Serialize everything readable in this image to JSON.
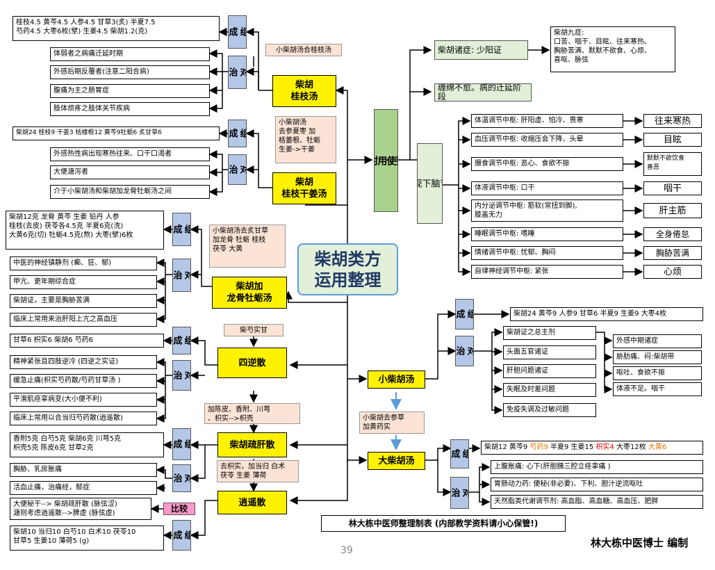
{
  "title": "柴胡类方\n运用整理",
  "page_number": "39",
  "author_credit": "林大栋中医博士 编制",
  "footer_note": "林大栋中医师整理制表 (内部教学资料请小心保管!)",
  "labels": {
    "zu_cheng": "组\n成",
    "dui_zhi": "对\n治",
    "bi_jiao": "比较"
  },
  "chaihu_guizhi": {
    "name": "柴胡\n桂枝汤",
    "relation": "小柴胡汤合桂枝汤",
    "composition": "桂枝4.5 黄芩4.5 人参4.5 甘草3(炙) 半夏7.5\n芍药4.5 大枣6枚(擘) 生姜4.5 柴胡1.2(克)",
    "treats": [
      "体弱者之病痛迁延时期",
      "外感后期反覆者(注意二阳合病)",
      "腹痛为主之肠胃症",
      "肢体烦疼之肢体关节疾病"
    ]
  },
  "chaihu_guizhi_ganjiang": {
    "name": "柴胡\n桂枝干姜汤",
    "relation": "小柴胡汤\n去参夏枣 加\n栝蒌根、牡蛎\n生姜->干姜",
    "composition": "柴胡24 桂枝9 干姜3 栝楼根12 黄芩9牡蛎6 炙甘草6",
    "treats": [
      "外感热性病出现寒热往来、口干口渴者",
      "大便溏泻者",
      "介于小柴胡汤和柴胡加龙骨牡蛎汤之间"
    ]
  },
  "longgu_muli": {
    "name": "柴胡加\n龙骨牡蛎汤",
    "relation": "小柴胡汤去炙甘草\n加龙骨 牡蛎 桂枝\n茯苓 大黄",
    "composition": "柴胡12克  龙骨  黄芩  生姜  铅丹  人参\n桂枝(去皮) 茯苓各4.5克  半夏6克(洗)\n大黄6克(切) 牡蛎4.5克(熬) 大枣(擘)6枚",
    "treats": [
      "中医的神经镇静剂 (癫、狂、郁)",
      "甲亢、更年期综合症",
      "柴胡证，主要是胸胁苦满",
      "临床上常用来治肝阳上亢之高血压"
    ]
  },
  "sini": {
    "name": "四逆散",
    "relation": "柴芍实甘",
    "composition": "甘草6 枳实6 柴胡6 芍药6",
    "treats": [
      "精神紧张且四肢逆冷 (四逆之实证)",
      "缓急止痛(枳实芍药散/芍药甘草汤 )",
      "平滑肌痉挛病变(大小便不利)",
      "临床上常用以合当归芍药散(逍遥散)"
    ]
  },
  "shugan": {
    "name": "柴胡疏肝散",
    "relation": "加陈皮、香附、川芎\n、枳实-->枳壳",
    "composition": "香附5克  白芍5克  柴胡6克  川芎5克\n枳壳5克  陈皮6克  甘草2克",
    "treats": [
      "胸胁、乳房胀痛",
      "活血止痛，治痛经，郁症"
    ]
  },
  "xiaoyao": {
    "name": "逍遥散",
    "relation": "去枳实，加当归 白术\n茯苓 生姜 薄荷",
    "composition": "柴胡10 当归10 白芍10 白术10 茯苓10\n甘草5 生姜10 薄荷5 (g)",
    "compare": "大便秘干--> 柴胡疏肝散 (脉弦涩)\n溏则考虑逍遥散-->脾虚 (脉弦虚)"
  },
  "main_use": {
    "label": "主\n要\n使\n用\n时\n机",
    "shaoyang": "柴胡诸症: 少阳证",
    "nine_symptoms": "柴胡九症:\n口苦、咽干、目眩、往来寒热、\n胸胁苦满、默默不欲食、心烦、\n喜呕、脉弦",
    "lingering": "缠绵不愈。病的迁延阶段",
    "hypothalamus": "调\n节\n脑\n下\n视\n丘",
    "centers": [
      {
        "text": "体温调节中枢: 肝阳虚、怕冷、畏寒",
        "result": "往来寒热"
      },
      {
        "text": "血压调节中枢: 收缩压会下降、头晕",
        "result": "目眩"
      },
      {
        "text": "摄食调节中枢: 恶心、食欲不振",
        "result": "默默不欲饮食\n喜恶"
      },
      {
        "text": "体液调节中枢: 口干",
        "result": "咽干"
      },
      {
        "text": "内分泌调节中枢: 筋软(常扭到脚),\n膝盖无力",
        "result": "肝主筋"
      },
      {
        "text": "睡眠调节中枢: 嗜睡",
        "result": "全身倦怠"
      },
      {
        "text": "情绪调节中枢: 忧郁、胸闷",
        "result": "胸胁苦满"
      },
      {
        "text": "自律神经调节中枢: 紧张",
        "result": "心烦"
      }
    ]
  },
  "xiaochaihu": {
    "name": "小柴胡汤",
    "composition": "柴胡24 黄芩9 人参9 甘草6 半夏9 生姜9 大枣4枚",
    "treats": [
      "柴胡证之总主剂",
      "头面五官诸证",
      "肝胆问题诸证",
      "失眠及时差问题",
      "免疫失调及过敏问题"
    ],
    "sub": [
      "外感中期诸症",
      "胁肋痛、闷:柴胡带",
      "呕吐、食欲不振",
      "体液不足。咽干"
    ],
    "to_dachaihu": "小柴胡去参草\n加黄药实"
  },
  "dachaihu": {
    "name": "大柴胡汤",
    "composition_parts": [
      "柴胡12 黄芩9 ",
      "芍药9",
      " 半夏9 生姜15 ",
      "枳实4",
      " 大枣12枚 ",
      "大黄6"
    ],
    "treats": [
      "上腹胀痛: 心下(肝胆胰三腔立痉挛痛 )",
      "胃肠动力药: 便秘(非必要)、下利、胆汁逆流呕吐",
      "天然脂类代谢调节剂: 高血脂、高血糖、高血压、肥胖"
    ]
  },
  "colors": {
    "yellow": "#fff200",
    "peach": "#fbe3d6",
    "blue": "#b4c7e7",
    "green": "#a9d18e",
    "light_green": "#e2f0d9",
    "title_bg": "#e2f0d9",
    "title_text": "#1f3864",
    "red": "#e00000",
    "orange": "#e07000"
  }
}
